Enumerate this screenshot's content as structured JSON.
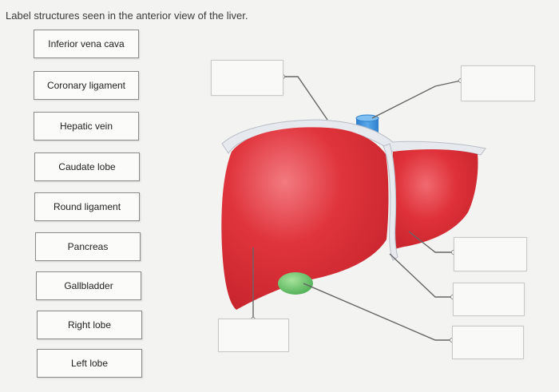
{
  "instruction": "Label structures seen in the anterior view of the liver.",
  "labels": [
    "Inferior vena cava",
    "Coronary ligament",
    "Hepatic vein",
    "Caudate lobe",
    "Round ligament",
    "Pancreas",
    "Gallbladder",
    "Right lobe",
    "Left lobe"
  ],
  "colors": {
    "liver": "#e0343c",
    "liver_highlight": "#f27a80",
    "ligament": "#e6e9ee",
    "vena_cava": "#3b8ed8",
    "gallbladder": "#66c267",
    "leader_line": "#666666"
  }
}
